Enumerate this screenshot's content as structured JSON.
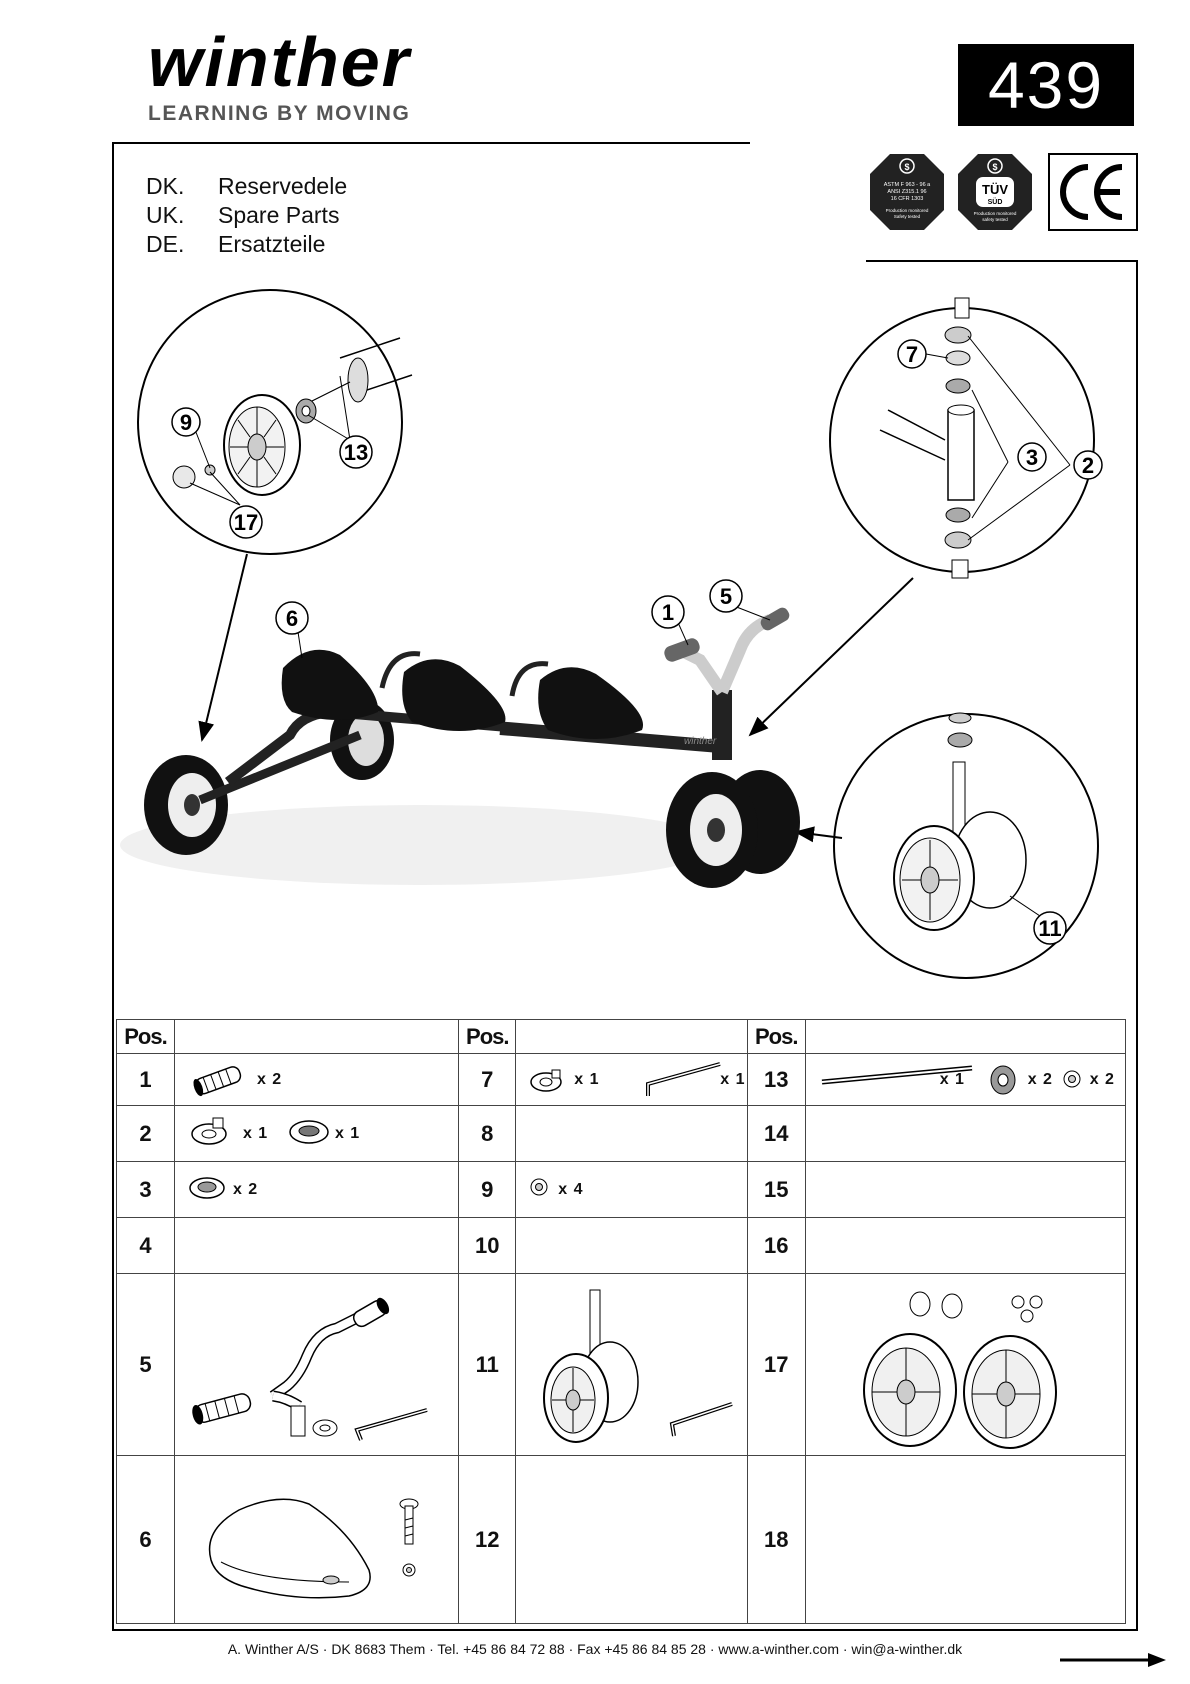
{
  "header": {
    "brand": "winther",
    "tagline": "LEARNING BY MOVING",
    "model_number": "439"
  },
  "languages": [
    {
      "code": "DK.",
      "label": "Reservedele"
    },
    {
      "code": "UK.",
      "label": "Spare Parts"
    },
    {
      "code": "DE.",
      "label": "Ersatzteile"
    }
  ],
  "certifications": {
    "astm_lines": [
      "ASTM F 963 - 96 a",
      "ANSI Z315.1 96",
      "16 CFR 1303"
    ],
    "astm_footer": [
      "Production monitored",
      "Safety tested"
    ],
    "tuv_label": "TÜV",
    "tuv_sub": "SÜD",
    "tuv_footer": [
      "Production monitored",
      "safety tested"
    ],
    "ce_mark": "CE"
  },
  "callouts": {
    "wheel_detail": [
      "9",
      "13",
      "17"
    ],
    "steer_detail": [
      "7",
      "3",
      "2"
    ],
    "front_wheel_detail": [
      "11"
    ],
    "main": [
      "6",
      "1",
      "5"
    ],
    "main_decal": "winther"
  },
  "table": {
    "header": "Pos.",
    "rows": [
      {
        "a": "1",
        "a_qty": [
          "x 2"
        ],
        "b": "7",
        "b_qty": [
          "x 1",
          "x 1"
        ],
        "c": "13",
        "c_qty": [
          "x 1",
          "x 2",
          "x 2"
        ]
      },
      {
        "a": "2",
        "a_qty": [
          "x 1",
          "x 1"
        ],
        "b": "8",
        "b_qty": [],
        "c": "14",
        "c_qty": []
      },
      {
        "a": "3",
        "a_qty": [
          "x 2"
        ],
        "b": "9",
        "b_qty": [
          "x 4"
        ],
        "c": "15",
        "c_qty": []
      },
      {
        "a": "4",
        "a_qty": [],
        "b": "10",
        "b_qty": [],
        "c": "16",
        "c_qty": []
      },
      {
        "a": "5",
        "a_qty": [],
        "b": "11",
        "b_qty": [],
        "c": "17",
        "c_qty": []
      },
      {
        "a": "6",
        "a_qty": [],
        "b": "12",
        "b_qty": [],
        "c": "18",
        "c_qty": []
      }
    ]
  },
  "footer": {
    "text": "A. Winther A/S · DK 8683 Them · Tel. +45 86 84 72 88 · Fax +45 86 84 85 28 · www.a-winther.com · win@a-winther.dk"
  }
}
